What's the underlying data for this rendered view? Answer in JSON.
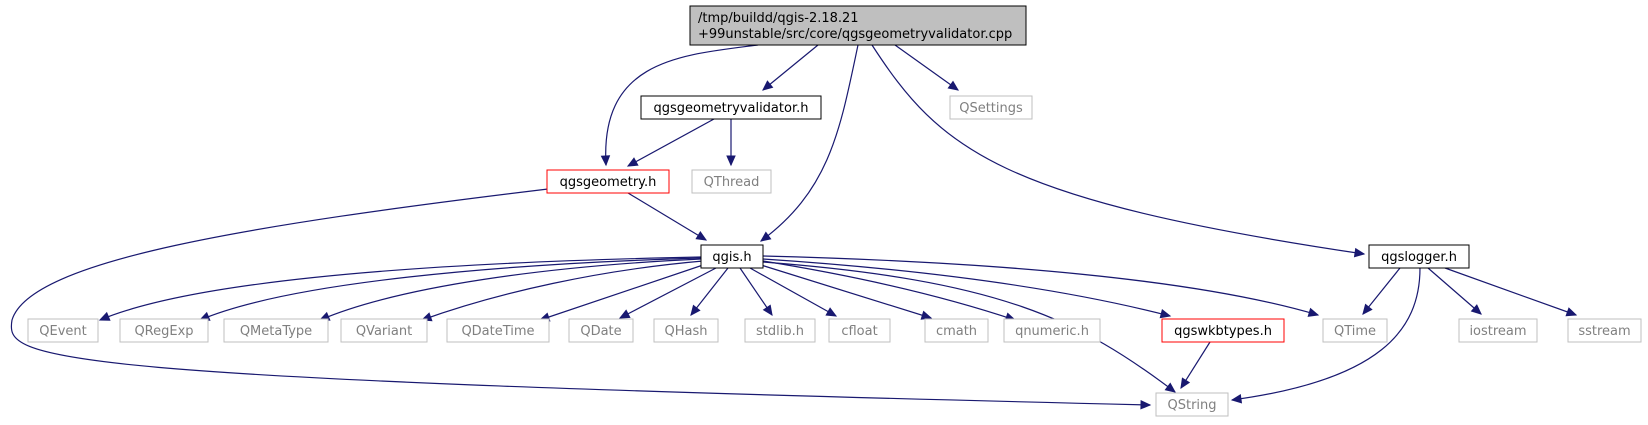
{
  "colors": {
    "edge": "#191970",
    "root_fill": "#bfbfbf",
    "normal_border": "#000000",
    "truncated_border": "#ff0000",
    "external_border": "#bfbfbf",
    "external_text": "#808080"
  },
  "nodes": {
    "root": {
      "line1": "/tmp/buildd/qgis-2.18.21",
      "line2": "+99unstable/src/core/qgsgeometryvalidator.cpp",
      "style": "root"
    },
    "qgsgeometryvalidator_h": {
      "label": "qgsgeometryvalidator.h",
      "style": "normal"
    },
    "qsettings": {
      "label": "QSettings",
      "style": "external"
    },
    "qgsgeometry_h": {
      "label": "qgsgeometry.h",
      "style": "truncated"
    },
    "qthread": {
      "label": "QThread",
      "style": "external"
    },
    "qgis_h": {
      "label": "qgis.h",
      "style": "normal"
    },
    "qgslogger_h": {
      "label": "qgslogger.h",
      "style": "normal"
    },
    "qevent": {
      "label": "QEvent",
      "style": "external"
    },
    "qregexp": {
      "label": "QRegExp",
      "style": "external"
    },
    "qmetatype": {
      "label": "QMetaType",
      "style": "external"
    },
    "qvariant": {
      "label": "QVariant",
      "style": "external"
    },
    "qdatetime": {
      "label": "QDateTime",
      "style": "external"
    },
    "qdate": {
      "label": "QDate",
      "style": "external"
    },
    "qhash": {
      "label": "QHash",
      "style": "external"
    },
    "stdlib_h": {
      "label": "stdlib.h",
      "style": "external"
    },
    "cfloat": {
      "label": "cfloat",
      "style": "external"
    },
    "cmath": {
      "label": "cmath",
      "style": "external"
    },
    "qnumeric_h": {
      "label": "qnumeric.h",
      "style": "external"
    },
    "qgswkbtypes_h": {
      "label": "qgswkbtypes.h",
      "style": "truncated"
    },
    "qtime": {
      "label": "QTime",
      "style": "external"
    },
    "iostream": {
      "label": "iostream",
      "style": "external"
    },
    "sstream": {
      "label": "sstream",
      "style": "external"
    },
    "qstring": {
      "label": "QString",
      "style": "external"
    }
  },
  "edges": [
    [
      "root",
      "qgsgeometryvalidator_h"
    ],
    [
      "root",
      "qsettings"
    ],
    [
      "root",
      "qgsgeometry_h"
    ],
    [
      "root",
      "qgis_h"
    ],
    [
      "root",
      "qgslogger_h"
    ],
    [
      "qgsgeometryvalidator_h",
      "qgsgeometry_h"
    ],
    [
      "qgsgeometryvalidator_h",
      "qthread"
    ],
    [
      "qgsgeometry_h",
      "qgis_h"
    ],
    [
      "qgsgeometry_h",
      "qstring"
    ],
    [
      "qgis_h",
      "qevent"
    ],
    [
      "qgis_h",
      "qregexp"
    ],
    [
      "qgis_h",
      "qmetatype"
    ],
    [
      "qgis_h",
      "qvariant"
    ],
    [
      "qgis_h",
      "qdatetime"
    ],
    [
      "qgis_h",
      "qdate"
    ],
    [
      "qgis_h",
      "qhash"
    ],
    [
      "qgis_h",
      "stdlib_h"
    ],
    [
      "qgis_h",
      "cfloat"
    ],
    [
      "qgis_h",
      "cmath"
    ],
    [
      "qgis_h",
      "qnumeric_h"
    ],
    [
      "qgis_h",
      "qgswkbtypes_h"
    ],
    [
      "qgis_h",
      "qtime"
    ],
    [
      "qgis_h",
      "qstring"
    ],
    [
      "qgswkbtypes_h",
      "qstring"
    ],
    [
      "qgslogger_h",
      "qtime"
    ],
    [
      "qgslogger_h",
      "iostream"
    ],
    [
      "qgslogger_h",
      "sstream"
    ],
    [
      "qgslogger_h",
      "qstring"
    ]
  ]
}
